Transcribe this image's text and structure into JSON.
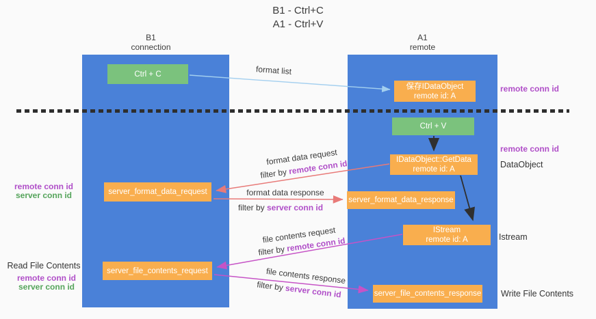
{
  "title": {
    "line1": "B1 - Ctrl+C",
    "line2": "A1 - Ctrl+V"
  },
  "lanes": {
    "left": {
      "title": "B1",
      "subtitle": "connection"
    },
    "right": {
      "title": "A1",
      "subtitle": "remote"
    }
  },
  "nodes": {
    "ctrl_c": {
      "label": "Ctrl + C"
    },
    "save_idataobject": {
      "line1": "保存IDataObject",
      "line2": "remote id: A"
    },
    "ctrl_v": {
      "label": "Ctrl + V"
    },
    "getdata": {
      "line1": "IDataObject::GetData",
      "line2": "remote id: A"
    },
    "server_format_data_request": {
      "label": "server_format_data_request"
    },
    "server_format_data_response": {
      "label": "server_format_data_response"
    },
    "istream": {
      "line1": "IStream",
      "line2": "remote id: A"
    },
    "server_file_contents_request": {
      "label": "server_file_contents_request"
    },
    "server_file_contents_response": {
      "label": "server_file_contents_response"
    }
  },
  "edge_labels": {
    "format_list": "format list",
    "format_data_request": "format data request",
    "format_data_response": "format data response",
    "file_contents_request": "file contents request",
    "file_contents_response": "file contents response",
    "filter_by": "filter by ",
    "remote_conn_id": "remote conn id",
    "server_conn_id": "server conn id"
  },
  "side_labels": {
    "remote_conn_id_top": "remote conn id",
    "remote_conn_id_mid": "remote conn id",
    "dataobject": "DataObject",
    "istream": "Istream",
    "write_file_contents": "Write File Contents",
    "read_file_contents": "Read File Contents",
    "remote_conn_id_left1": "remote conn id",
    "server_conn_id_left1": "server conn id",
    "remote_conn_id_left2": "remote conn id",
    "server_conn_id_left2": "server conn id"
  },
  "colors": {
    "lane_blue": "#4a81d8",
    "box_green": "#7bc27d",
    "box_orange": "#f9ae4e",
    "arrow_light_blue": "#a3cfef",
    "arrow_salmon": "#e87a78",
    "arrow_magenta": "#c653c6",
    "arrow_black": "#2f2f2f",
    "purple_text": "#b04fc8",
    "green_text": "#55a45b"
  }
}
